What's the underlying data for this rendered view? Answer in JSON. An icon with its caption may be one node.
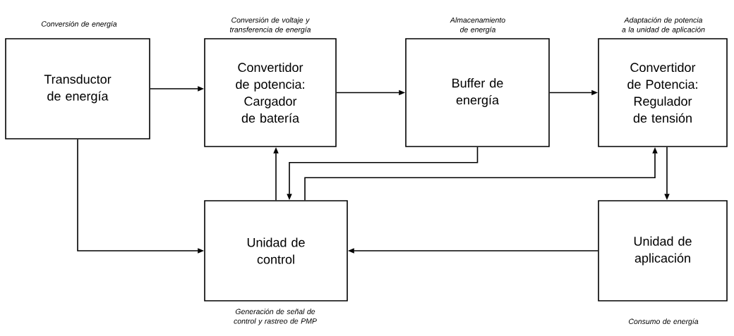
{
  "diagram": {
    "nodes": [
      {
        "text": [
          "Transductor de energía"
        ],
        "beside": [
          "Conversión de energía"
        ]
      },
      {
        "text": [
          "Convertidor de potencia: Cargador de batería"
        ],
        "beside": [
          "Conversión de voltaje y transferencia de energía"
        ]
      },
      {
        "text": [
          "Buffer de energía"
        ],
        "beside": [
          "Almacenamiento de energía"
        ]
      },
      {
        "text": [
          "Convertidor de Potencia: Regulador de tensión"
        ],
        "beside": [
          "Adaptación de potencia a la unidad de aplicación"
        ]
      },
      {
        "text": [
          "Unidad de control"
        ],
        "beside": [
          "Generación de señal de control y rastreo de PMP"
        ]
      },
      {
        "text": [
          "Unidad de aplicación"
        ],
        "beside": [
          "Consumo de energía"
        ]
      }
    ],
    "edges": [
      {
        "from": 0,
        "to": 1,
        "arrow": "to"
      },
      {
        "from": 1,
        "to": 2,
        "arrow": "to"
      },
      {
        "from": 2,
        "to": 3,
        "arrow": "to"
      },
      {
        "from": 4,
        "to": 1,
        "arrow": "to"
      },
      {
        "from": 2,
        "to": 4,
        "arrow": "to"
      },
      {
        "from": 4,
        "to": 3,
        "arrow": "to"
      },
      {
        "from": 3,
        "to": 5,
        "arrow": "to"
      },
      {
        "from": 5,
        "to": 4,
        "arrow": "to"
      },
      {
        "from": 0,
        "to": 4,
        "arrow": "to"
      }
    ]
  }
}
